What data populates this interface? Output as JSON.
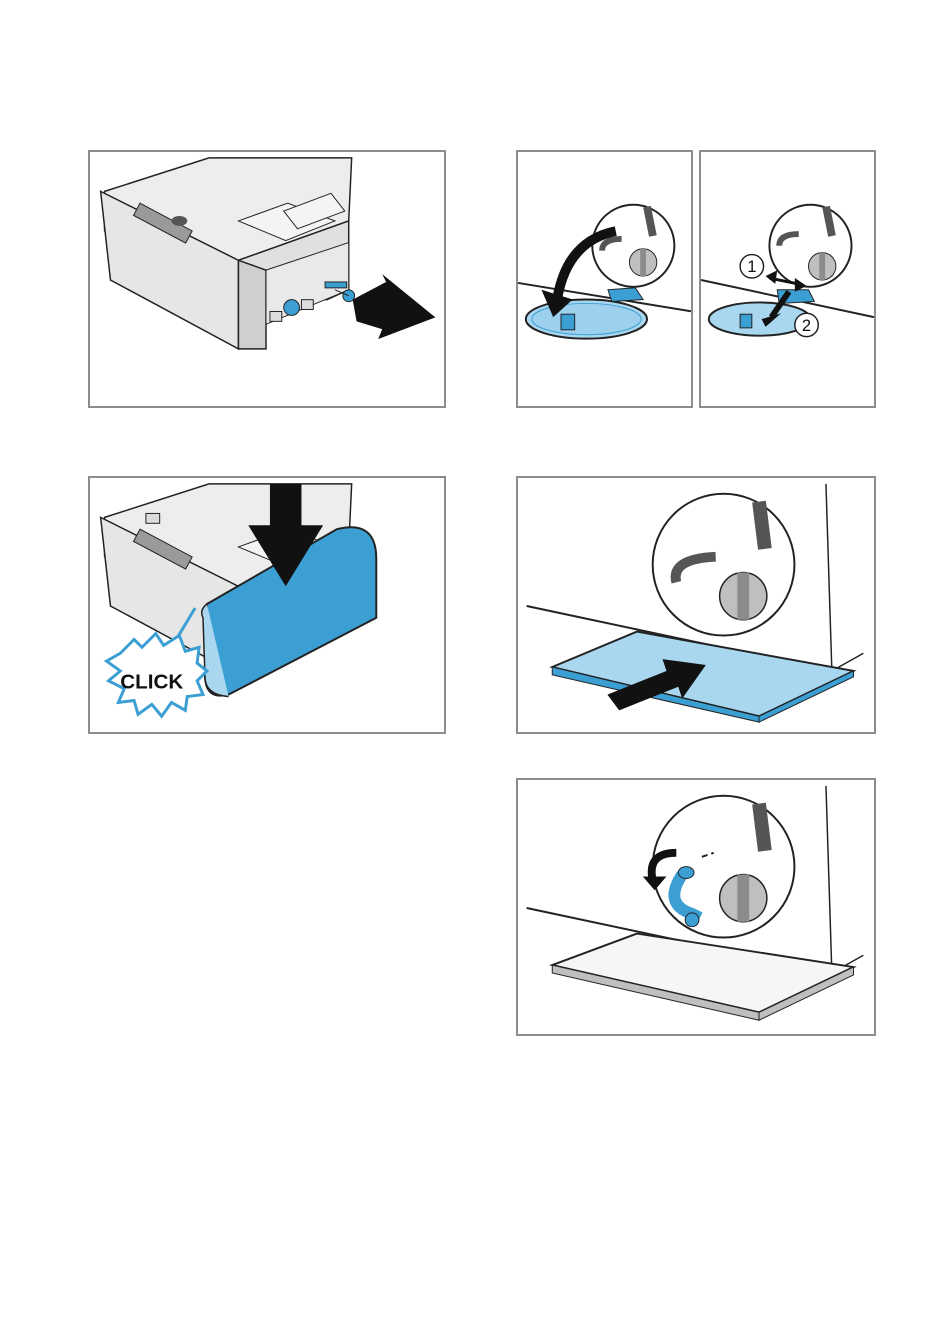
{
  "panels": [
    {
      "name": "dispenser-insert-pin"
    },
    {
      "name": "open-filter-flap"
    },
    {
      "name": "remove-flap"
    },
    {
      "name": "dispenser-click"
    },
    {
      "name": "push-tray-under"
    },
    {
      "name": "drain-hose-tray"
    }
  ],
  "labels": {
    "click": "CLICK",
    "step_one": "1",
    "step_two": "2"
  },
  "colors": {
    "accent_blue": "#3b9fd4",
    "light_blue": "#a9d7ef",
    "outline": "#222222",
    "grey_body": "#e6e6e6",
    "grey_shade": "#bfbfbf",
    "frame": "#8c8c8c"
  }
}
